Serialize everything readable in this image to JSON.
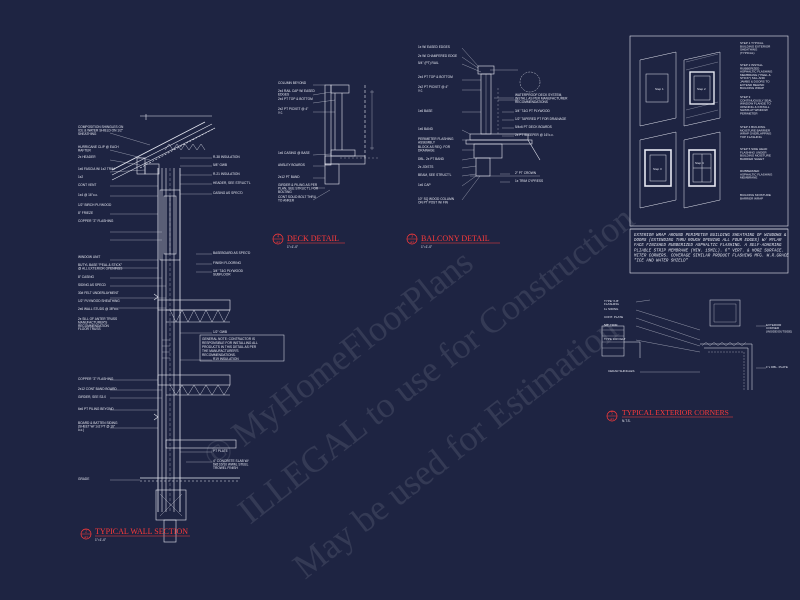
{
  "watermark": {
    "line1": "© MyHomeFloorPlans",
    "line2": "ILLEGAL to use for Construction",
    "line3": "May be used for Estimation"
  },
  "wall_section": {
    "title": "TYPICAL WALL SECTION",
    "scale": "1\"=1'-0\"",
    "tag_number": "2",
    "tag_sheet": "A5",
    "left_labels": [
      "COMPOSITION SHINGLES ON ICE & WATER SHIELD ON 1/2\" SHEATHING",
      "HURRICANE CLIP @ EACH RAFTER",
      "2x HEADER",
      "1x6 FASCIA W/ 1x2 TRIM",
      "1x2",
      "CONT VENT",
      "1x4 @ 16\"o.c.",
      "1/2\" BIRCH PLYWOOD",
      "8\" FRIEZE",
      "COPPER \"Z\" FLASHING",
      "WINDOW UNIT",
      "BUTYL BASE \"PEAL & STICK\" @ ALL EXTERIOR OPENINGS",
      "8\" CASING",
      "SIDING AS SPECD",
      "30# FELT UNDERLAYMENT",
      "1/2\" PLYWOOD SHEATHING",
      "2x6 WALL STUDS @ 16\"o.c.",
      "2x SILL OF ANTER TRUSS MANUFACTURER'S RECOMMENDATION",
      "FLOOR TRUSS",
      "COPPER \"Z\" FLASHING",
      "2x12 CONT BAND BOARD",
      "GIRDER, SEE S3.0",
      "6x6 PT PILING BEYOND",
      "BOARD & BATTEN SIDING (SHEET W/ 1x2 PT @ 16\" o.c.)",
      "GRADE"
    ],
    "right_labels": [
      "R-38 INSULATION",
      "5/8\" GWB",
      "R-21 INSULATION",
      "HEADER, SEE STRUCT'L",
      "CASING AS SPEC'D",
      "BASEBOARD AS SPEC'D",
      "FINISH FLOORING",
      "3/4\" T&G PLYWOOD SUBFLOOR",
      "1/2\" GWB",
      "R19 INSULATION",
      "PT PLATE",
      "4\" CONCRETE SLAB W/ 6x6 10/10 WWM, STEEL TROWEL FINISH"
    ],
    "note": "GENERAL NOTE: CONTRACTOR IS RESPONSIBLE FOR INSTALLING ALL PRODUCTS IN THIS DETAIL AS PER THE MANUFACTURER'S RECOMMENDATIONS."
  },
  "deck_detail": {
    "title": "DECK DETAIL",
    "scale": "1\"=1'-0\"",
    "tag_number": "4",
    "tag_sheet": "A5",
    "labels": [
      "COLUMN BEYOND",
      "2x4 RAIL CAP W/ EASED EDGES",
      "2x4 PT TOP & BOTTOM",
      "2x2 PT PICKET @ 4\" o.c.",
      "1x6 CASING @ BASE",
      "ANSLEY BOARDS",
      "2x12 PT BAND",
      "GIRDER & PILING AS PER PLAN, SEE STRUCT'L FOR BOLTING",
      "CONT SOLID BOLT THRU TO ANKER"
    ]
  },
  "balcony_detail": {
    "title": "BALCONY DETAIL",
    "scale": "1\"=1'-0\"",
    "tag_number": "3",
    "tag_sheet": "A5",
    "labels": [
      "1x W/ EASED EDGES",
      "2x W/ CHAMFERED EDGE",
      "5/4\" (PT) RAIL",
      "2x4 PT TOP & BOTTOM",
      "2x2 PT PICKET @ 4\" o.c.",
      "1x6 BASE",
      "1x6 BAND",
      "PERIMETER FLASHING ASSEMBLY",
      "BLOCK AS REQ. FOR DRAINAGE",
      "DBL. 2x PT BAND",
      "2x JOISTS",
      "BEAM, SEE STRUCT'L",
      "1x6 CAP",
      "10\" SQ WOOD COLUMN ON PT POST W/ FIN"
    ],
    "right_labels": [
      "WATERPROOF DECK SYSTEM, INSTALL AS PER MANUFACTURER RECOMMENDATIONS",
      "3/4\" T&G PT PLYWOOD",
      "1/2\" TAPERED PT FOR DRAINAGE",
      "5/4x6 PT DECK BOARDS",
      "2x PT SLEEPER @ 16\"o.c.",
      "2\" PT CROWN",
      "1x TRIM CYPRESS"
    ]
  },
  "corners": {
    "title": "TYPICAL EXTERIOR CORNERS",
    "scale": "N.T.S.",
    "tag_number": "5",
    "tag_sheet": "A5",
    "labels": [
      "TYPE 'X-B' FLASHING",
      "1x SIDING",
      "CONT. PLATE",
      "5/8\" TRIM",
      "TYPE 30# FELT",
      "CEDAR SHINGLES",
      "EXTERIOR CORNER (INSIDE/OUTSIDE)",
      "1\"x DBL. PLATE"
    ]
  },
  "window_steps": {
    "steps": [
      "STEP 1 TYPICAL BUILDING EXTERIOR SHEATHING (TYPICAL)",
      "STEP 2 INSTALL RUBBERIZED ASPHALTIC FLASHING MEMBRANE (\"PEEL & STICK\") SILL AND JAMBS & DOORS TO EXTEND BEHIND BUILDING WRAP",
      "STEP 3 CONTINUOUSLY SEAL WINDOW FLANGE TO OPENING & INSTALL SHIMS AT WINDOW PERIMETER",
      "STEP 4 BUILDING MOISTURE BARRIER WRAP OVERLAPPING TOP FLASHING",
      "STEP 5 SIDE HEAD FLASHING UNDER BUILDING MOISTURE BARRIER SHEET",
      "RUBBERIZED ASPHALTIC FLASHING MEMBRANE",
      "BUILDING MOISTURE BARRIER WRAP"
    ],
    "note": "EXTERIOR WRAP AROUND PERIMETER BUILDING SHEATHING OF WINDOWS & DOORS (EXTENDING THRU ROUGH OPENING ALL FOUR EDGES) W/ MYLAR FACE FINISHED RUBBERIZED ASPHALTIC FLASHING. A SELF-ADHERING PLIABLE STRIP MEMBRANE (MIN. 15MIL). 6\" VERT. & HORZ SURFACE. MITER CORNERS. COVERAGE SIMILAR PRODUCT FLASHING MFG. W.R.GRACE \"ICE AND WATER SHIELD\"",
    "pane_labels": [
      "Step 1",
      "Step 2",
      "Step 3",
      "Step 4"
    ]
  },
  "colors": {
    "background": "#1e2442",
    "linework": "#e6e8f2",
    "title": "#ff3a3a"
  }
}
